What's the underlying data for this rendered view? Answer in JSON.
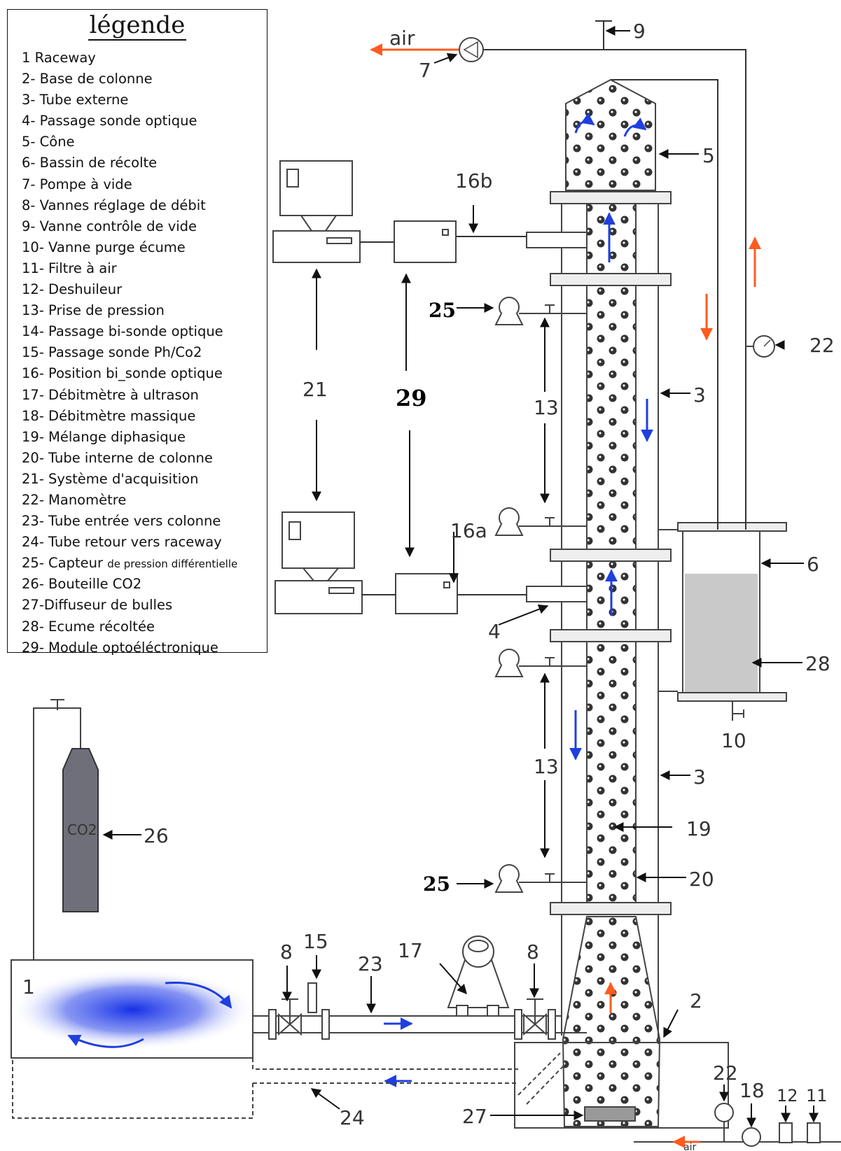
{
  "legend": {
    "title": "légende",
    "items": [
      {
        "main": "1 Raceway"
      },
      {
        "main": "2- Base de colonne"
      },
      {
        "main": "3- Tube externe"
      },
      {
        "main": "4- Passage sonde optique"
      },
      {
        "main": "5- Cône"
      },
      {
        "main": "6- Bassin de récolte"
      },
      {
        "main": "7- Pompe à vide"
      },
      {
        "main": "8- Vannes réglage de débit"
      },
      {
        "main": "9- Vanne contrôle de vide"
      },
      {
        "main": "10- Vanne purge écume"
      },
      {
        "main": "11- Filtre à air"
      },
      {
        "main": "12- Deshuileur"
      },
      {
        "main": "13- Prise de pression"
      },
      {
        "main": "14- Passage bi-sonde optique"
      },
      {
        "main": "15- Passage sonde Ph/Co2"
      },
      {
        "main": "16- Position bi_sonde optique"
      },
      {
        "main": "17- Débitmètre à ultrason"
      },
      {
        "main": "18- Débitmètre massique"
      },
      {
        "main": "19- Mélange diphasique"
      },
      {
        "main": "20- Tube interne de colonne"
      },
      {
        "main": "21- Système d'acquisition"
      },
      {
        "main": "22- Manomètre"
      },
      {
        "main": "23- Tube entrée vers colonne"
      },
      {
        "main": "24- Tube retour vers raceway"
      },
      {
        "main": "25- Capteur ",
        "small": "de pression différentielle"
      },
      {
        "main": "26- Bouteille CO2"
      },
      {
        "main": "27-Diffuseur de bulles"
      },
      {
        "main": "28- Ecume récoltée"
      },
      {
        "main": "29- Module optoéléctronique"
      }
    ]
  },
  "labels": {
    "air_top": "air",
    "air_bottom": "air",
    "n1": "1",
    "n2": "2",
    "n3a": "3",
    "n3b": "3",
    "n4": "4",
    "n5": "5",
    "n6": "6",
    "n7": "7",
    "n8a": "8",
    "n8b": "8",
    "n9": "9",
    "n10": "10",
    "n11": "11",
    "n12": "12",
    "n13a": "13",
    "n13b": "13",
    "n15": "15",
    "n16a": "16a",
    "n16b": "16b",
    "n17": "17",
    "n18": "18",
    "n19": "19",
    "n20": "20",
    "n21": "21",
    "n22a": "22",
    "n22b": "22",
    "n23": "23",
    "n24": "24",
    "n25a": "25",
    "n25b": "25",
    "n26": "26",
    "n27": "27",
    "n28": "28",
    "n29": "29",
    "co2": "CO2"
  },
  "colors": {
    "flow_arrow_blue": "#1f3fe0",
    "air_arrow_orange": "#ff5a1f",
    "co2_bottle": "#6f6f7a",
    "foam": "#c9c9c9",
    "line": "#333333"
  }
}
